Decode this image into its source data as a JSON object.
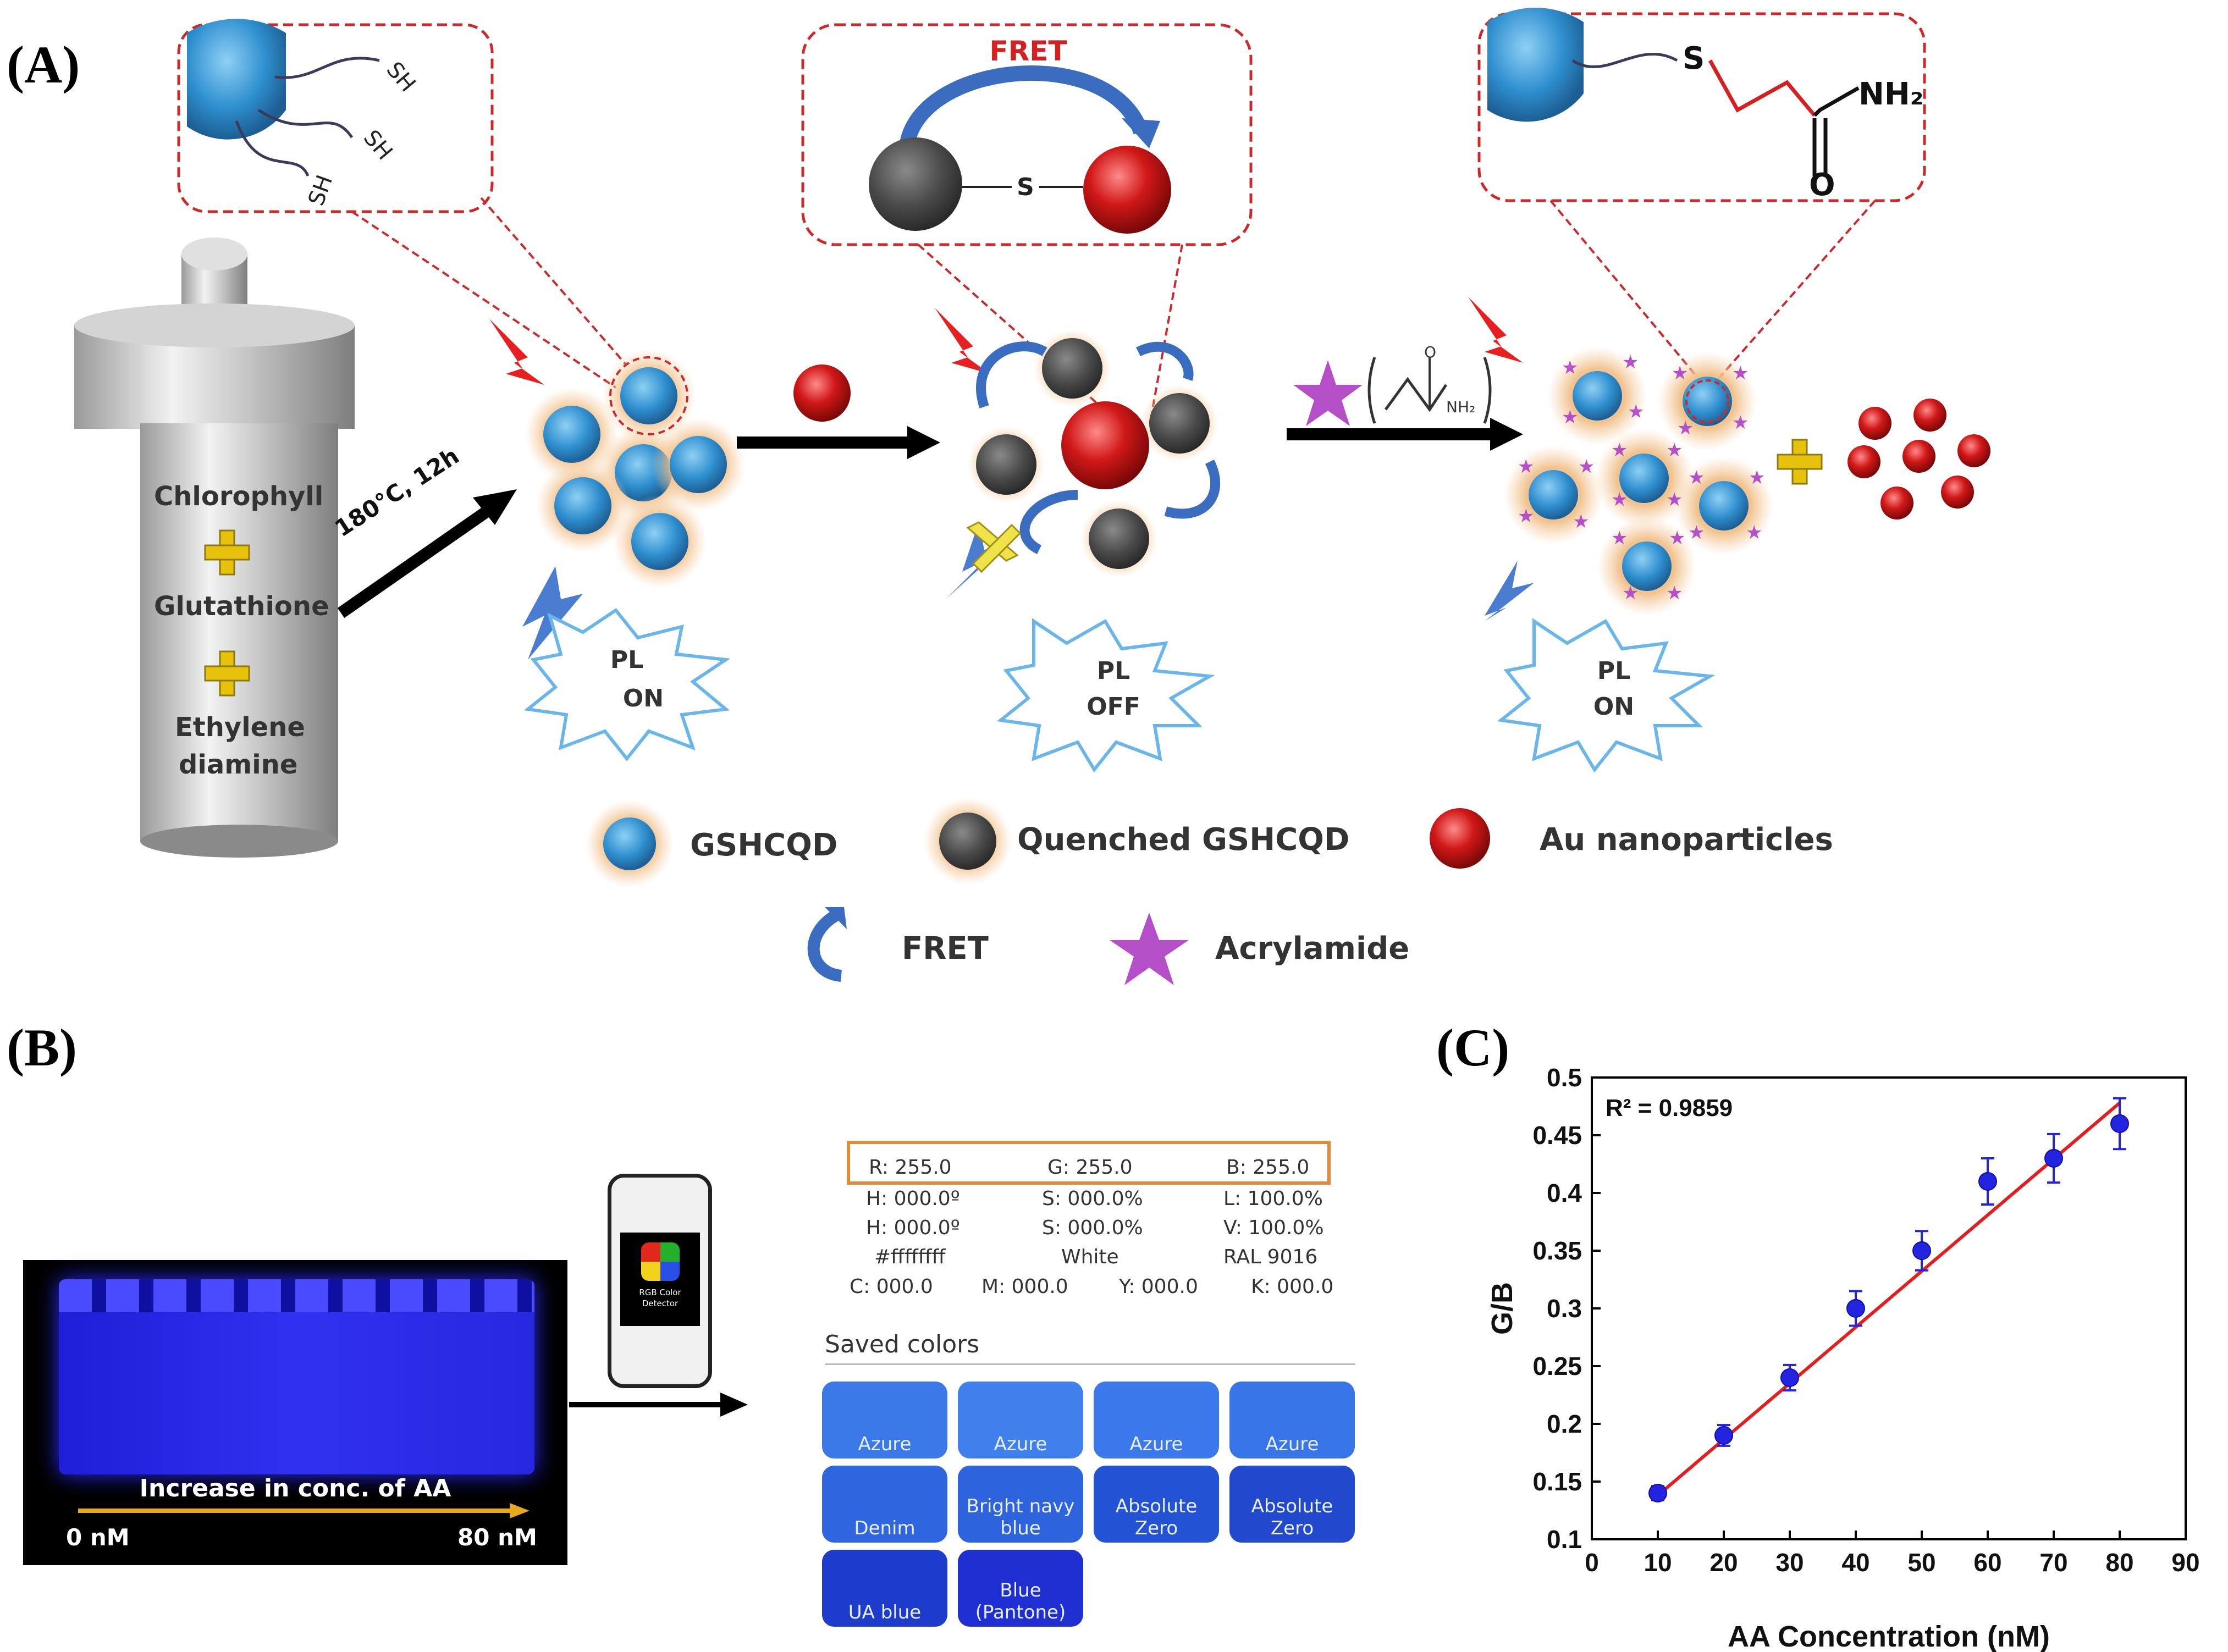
{
  "panels": {
    "a": "(A)",
    "b": "(B)",
    "c": "(C)"
  },
  "scheme": {
    "tube_labels": [
      "Chlorophyll",
      "Glutathione",
      "Ethylene",
      "diamine"
    ],
    "reaction_condition": "180°C, 12h",
    "sh_label": "SH",
    "fret_label": "FRET",
    "s_label": "S",
    "nh2_label": "NH₂",
    "o_label": "O",
    "pl_states": [
      {
        "top": "PL",
        "bottom": "ON"
      },
      {
        "top": "PL",
        "bottom": "OFF"
      },
      {
        "top": "PL",
        "bottom": "ON"
      }
    ],
    "legend": {
      "gshcqd": "GSHCQD",
      "quenched": "Quenched GSHCQD",
      "au": "Au nanoparticles",
      "fret": "FRET",
      "acrylamide": "Acrylamide"
    },
    "colors": {
      "cqd": "#2f8fcf",
      "quenched": "#4a4a4a",
      "au": "#d01818",
      "star": "#b44fc8",
      "dashed": "#cc2a2a"
    }
  },
  "photo": {
    "caption": "Increase in conc. of AA",
    "start": "0 nM",
    "end": "80 nM",
    "app_name_line1": "RGB Color",
    "app_name_line2": "Detector"
  },
  "rgb_readout": {
    "r": "R: 255.0",
    "g": "G: 255.0",
    "b": "B: 255.0",
    "h1": "H: 000.0º",
    "s1": "S: 000.0%",
    "l": "L: 100.0%",
    "h2": "H: 000.0º",
    "s2": "S: 000.0%",
    "v": "V: 100.0%",
    "hex": "#ffffffff",
    "name": "White",
    "ral": "RAL 9016",
    "c": "C: 000.0",
    "m": "M: 000.0",
    "y": "Y: 000.0",
    "k": "K: 000.0",
    "saved_title": "Saved colors"
  },
  "saved_colors": [
    {
      "label1": "",
      "label2": "Azure",
      "color": "#3a78e8"
    },
    {
      "label1": "",
      "label2": "Azure",
      "color": "#3f80ec"
    },
    {
      "label1": "",
      "label2": "Azure",
      "color": "#3b79ea"
    },
    {
      "label1": "",
      "label2": "Azure",
      "color": "#3875e6"
    },
    {
      "label1": "",
      "label2": "Denim",
      "color": "#2f66e0"
    },
    {
      "label1": "Bright navy",
      "label2": "blue",
      "color": "#2d63dd"
    },
    {
      "label1": "Absolute",
      "label2": "Zero",
      "color": "#2452d4"
    },
    {
      "label1": "Absolute",
      "label2": "Zero",
      "color": "#2148cd"
    },
    {
      "label1": "",
      "label2": "UA blue",
      "color": "#1d3ccb"
    },
    {
      "label1": "Blue",
      "label2": "(Pantone)",
      "color": "#1f2fd2"
    }
  ],
  "chart_data": {
    "type": "scatter",
    "xlabel": "AA Concentration (nM)",
    "ylabel": "G/B",
    "xlim": [
      0,
      90
    ],
    "ylim": [
      0.1,
      0.5
    ],
    "xticks": [
      0,
      10,
      20,
      30,
      40,
      50,
      60,
      70,
      80,
      90
    ],
    "yticks": [
      0.1,
      0.15,
      0.2,
      0.25,
      0.3,
      0.35,
      0.4,
      0.45,
      0.5
    ],
    "x": [
      10,
      20,
      30,
      40,
      50,
      60,
      70,
      80
    ],
    "y": [
      0.14,
      0.19,
      0.24,
      0.3,
      0.35,
      0.41,
      0.43,
      0.46
    ],
    "yerr": [
      0.006,
      0.009,
      0.011,
      0.015,
      0.017,
      0.02,
      0.021,
      0.022
    ],
    "fit": {
      "x": [
        10,
        80
      ],
      "y": [
        0.138,
        0.478
      ],
      "color": "#e02020"
    },
    "annotation": "R² = 0.9859",
    "marker_color": "#2424e0"
  }
}
